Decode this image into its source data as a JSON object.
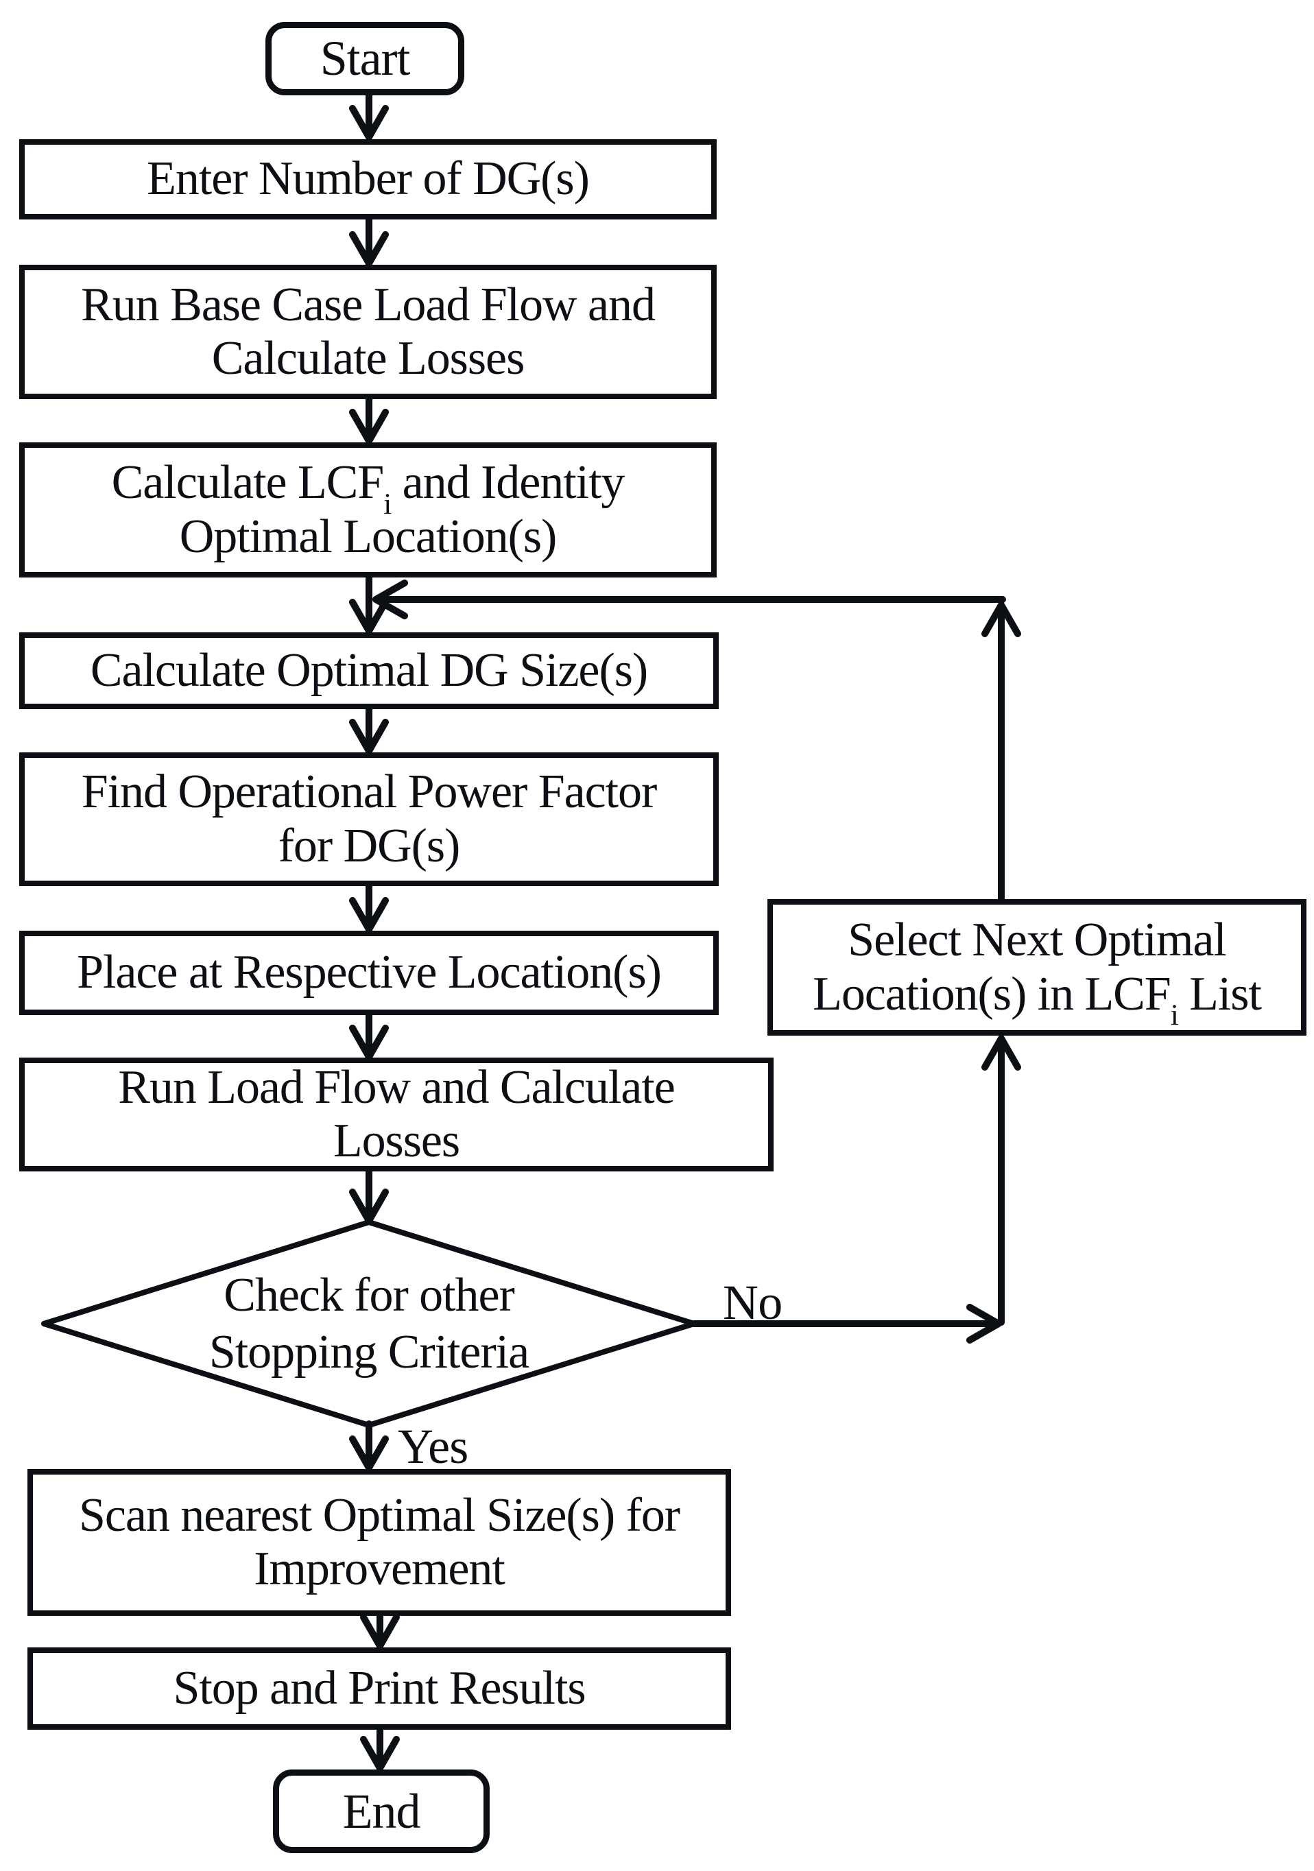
{
  "figure": {
    "kind": "flowchart",
    "background": "#ffffff",
    "ink": "#0c0f14"
  },
  "nodes": {
    "start": {
      "label": "Start"
    },
    "enter": {
      "label": "Enter Number of DG(s)"
    },
    "base": {
      "line1": "Run Base Case Load Flow and",
      "line2": "Calculate Losses"
    },
    "lcf": {
      "line1_pre": "Calculate LCF",
      "line1_sub": "i",
      "line1_post": " and Identity",
      "line2": "Optimal Location(s)"
    },
    "size": {
      "label": "Calculate Optimal DG Size(s)"
    },
    "pf": {
      "line1": "Find Operational Power Factor",
      "line2": "for DG(s)"
    },
    "place": {
      "label": "Place at Respective Location(s)"
    },
    "flow": {
      "line1": "Run Load Flow and Calculate",
      "line2": "Losses"
    },
    "decision": {
      "line1": "Check for other",
      "line2": "Stopping Criteria"
    },
    "select": {
      "line1": "Select Next Optimal",
      "line2_pre": "Location(s) in LCF",
      "line2_sub": "i",
      "line2_post": " List"
    },
    "scan": {
      "line1": "Scan nearest Optimal Size(s) for",
      "line2": "Improvement"
    },
    "stop": {
      "label": "Stop and Print Results"
    },
    "end": {
      "label": "End"
    }
  },
  "edges": {
    "no_label": "No",
    "yes_label": "Yes"
  }
}
